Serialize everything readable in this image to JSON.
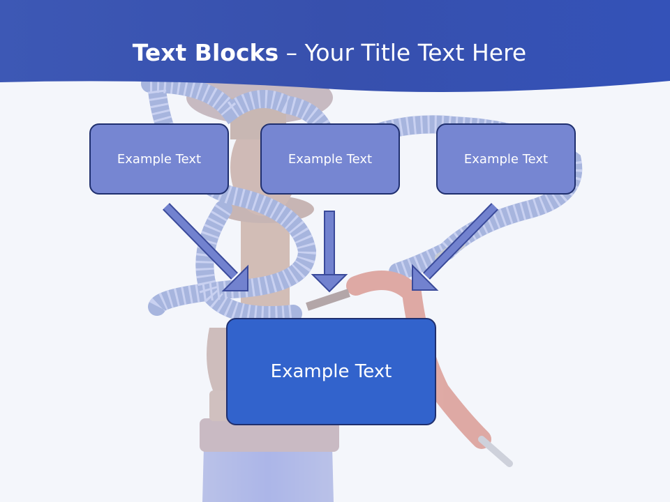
{
  "title": {
    "strong": "Text Blocks",
    "dash": " – ",
    "rest": "Your Title Text Here"
  },
  "blocks": {
    "left": "Example Text",
    "center": "Example Text",
    "right": "Example Text",
    "main": "Example Text"
  },
  "colors": {
    "header_band": "#3a56b3",
    "small_block_fill": "#7686d2",
    "main_block_fill": "#3263cc",
    "block_border": "#1f2f6e",
    "arrow_fill": "#7282cf",
    "arrow_stroke": "#3a4a9a"
  },
  "background_image": "hookah-illustration"
}
